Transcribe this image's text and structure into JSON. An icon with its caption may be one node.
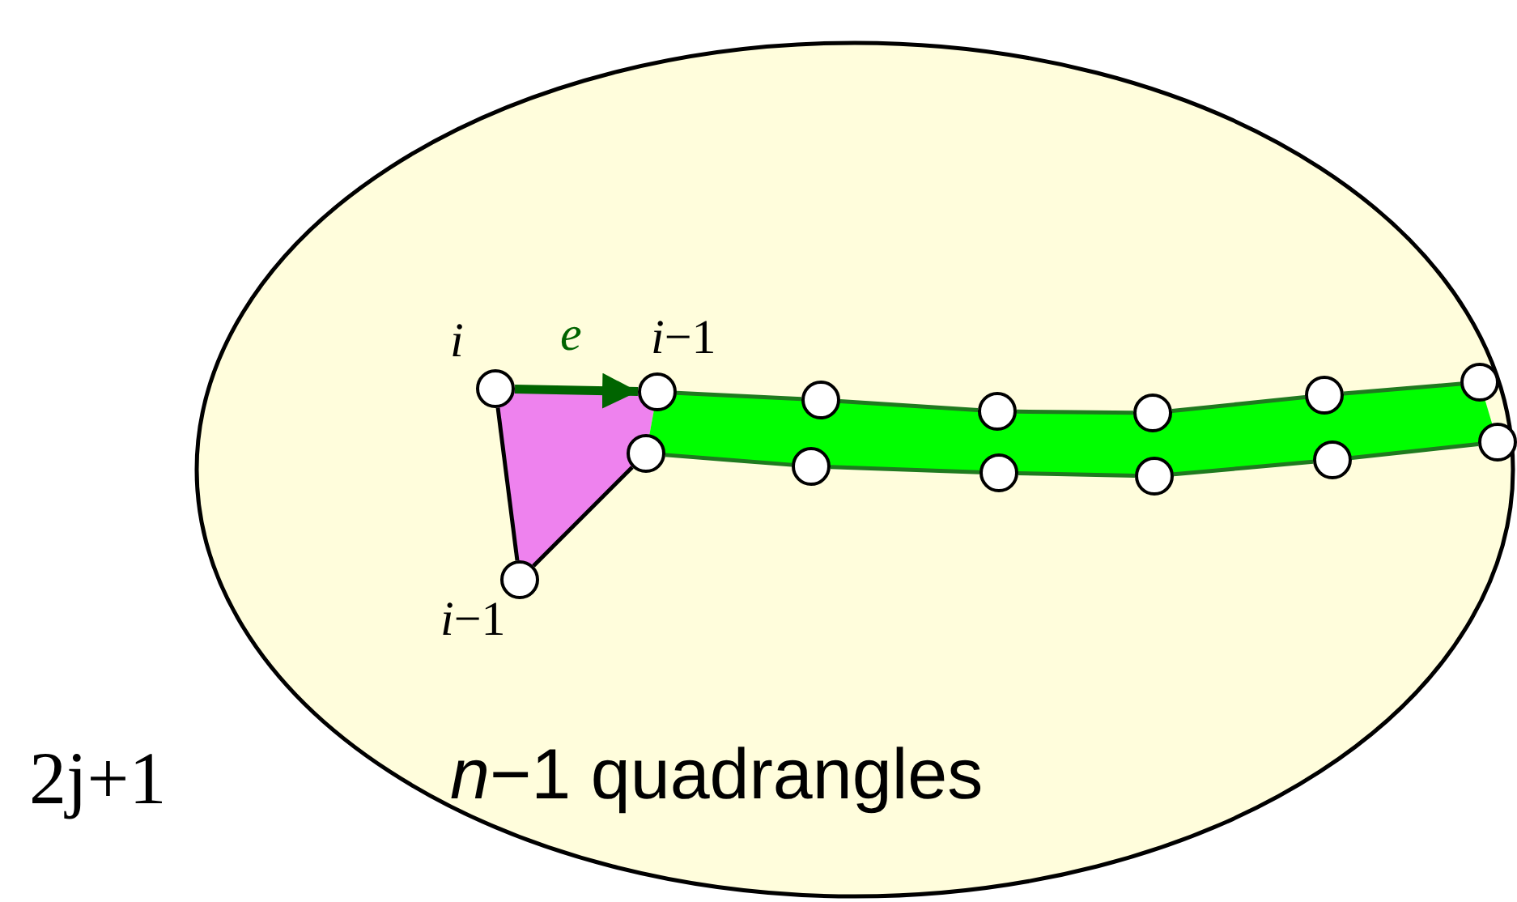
{
  "diagram": {
    "nodes": [
      {
        "text": [
          "*n*−1 quadrangles"
        ]
      },
      {
        "text": [],
        "shape": "circle",
        "in": 0,
        "beside": [
          "*i*"
        ]
      },
      {
        "text": [],
        "shape": "circle",
        "in": 0,
        "beside": [
          "*i*−1"
        ]
      },
      {
        "text": [],
        "shape": "circle",
        "in": 0,
        "beside": [
          "*i*−1"
        ]
      },
      {
        "text": [],
        "shape": "circle",
        "in": 0
      },
      {
        "text": [],
        "shape": "circle",
        "in": 0
      },
      {
        "text": [],
        "shape": "circle",
        "in": 0
      },
      {
        "text": [],
        "shape": "circle",
        "in": 0
      },
      {
        "text": [],
        "shape": "circle",
        "in": 0
      },
      {
        "text": [],
        "shape": "circle",
        "in": 0
      },
      {
        "text": [],
        "shape": "circle",
        "in": 0
      },
      {
        "text": [],
        "shape": "circle",
        "in": 0
      },
      {
        "text": [],
        "shape": "circle",
        "in": 0
      },
      {
        "text": [],
        "shape": "circle",
        "in": 0
      },
      {
        "text": [],
        "shape": "circle",
        "in": 0
      }
    ],
    "edges": [
      {
        "from": 1,
        "to": 2,
        "arrow": "to",
        "label": "*e*",
        "style": "thick",
        "color": "#006400"
      },
      {
        "from": 1,
        "to": 3,
        "arrow": "none",
        "color": "#000000"
      },
      {
        "from": 3,
        "to": 4,
        "arrow": "none",
        "color": "#000000"
      },
      {
        "from": 2,
        "to": 5,
        "arrow": "none"
      },
      {
        "from": 5,
        "to": 6,
        "arrow": "none"
      },
      {
        "from": 6,
        "to": 7,
        "arrow": "none"
      },
      {
        "from": 7,
        "to": 8,
        "arrow": "none"
      },
      {
        "from": 8,
        "to": 9,
        "arrow": "none"
      },
      {
        "from": 4,
        "to": 10,
        "arrow": "none"
      },
      {
        "from": 10,
        "to": 11,
        "arrow": "none"
      },
      {
        "from": 11,
        "to": 12,
        "arrow": "none"
      },
      {
        "from": 12,
        "to": 13,
        "arrow": "none"
      },
      {
        "from": 13,
        "to": 14,
        "arrow": "none"
      }
    ],
    "labels": [
      "2j+1"
    ]
  }
}
